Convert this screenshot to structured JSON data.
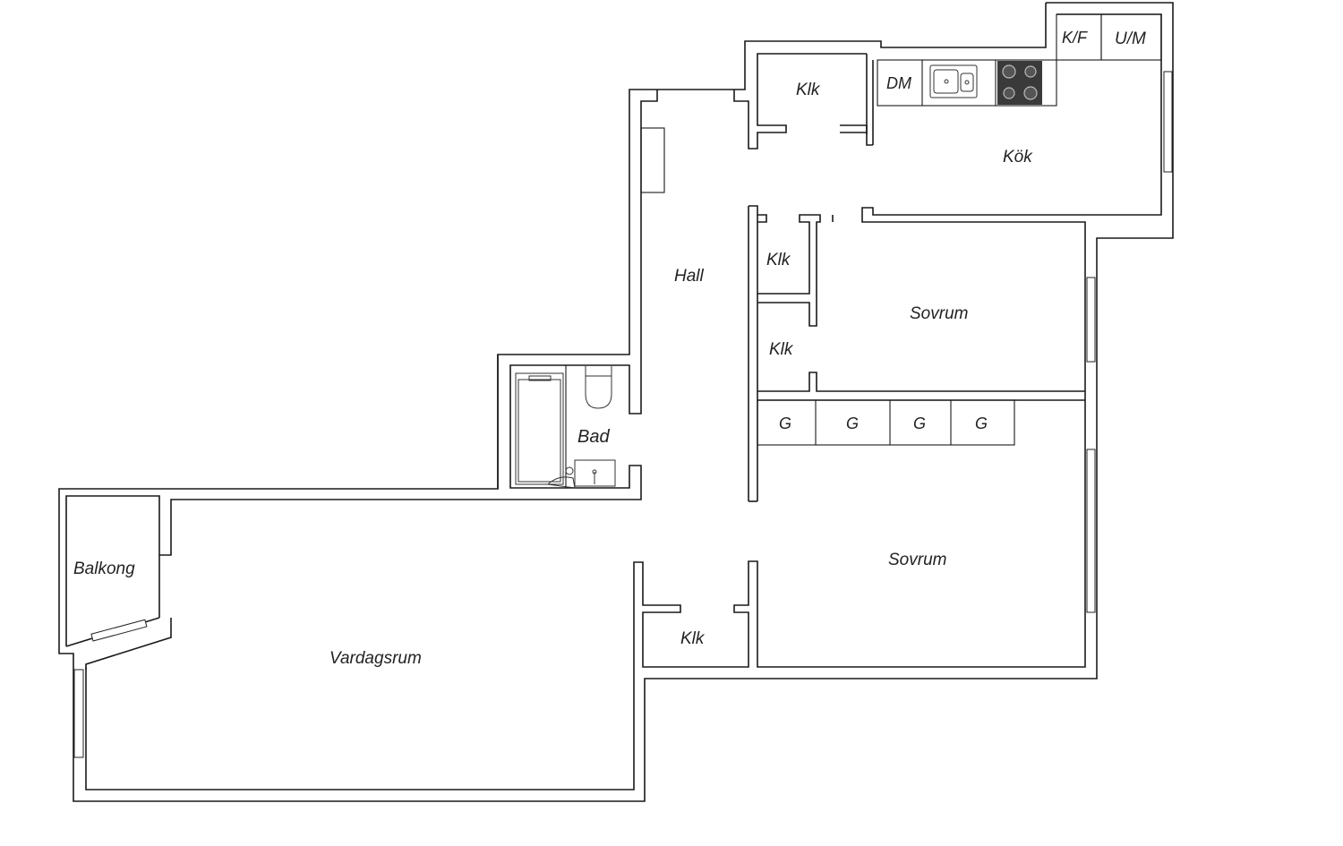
{
  "rooms": {
    "klk_top": "Klk",
    "kok": "Kök",
    "hall": "Hall",
    "klk_mid1": "Klk",
    "klk_mid2": "Klk",
    "sovrum1": "Sovrum",
    "sovrum2": "Sovrum",
    "bad": "Bad",
    "balkong": "Balkong",
    "vardagsrum": "Vardagsrum",
    "klk_bottom": "Klk"
  },
  "fixtures": {
    "dm": "DM",
    "kf": "K/F",
    "um": "U/M",
    "g1": "G",
    "g2": "G",
    "g3": "G",
    "g4": "G"
  }
}
